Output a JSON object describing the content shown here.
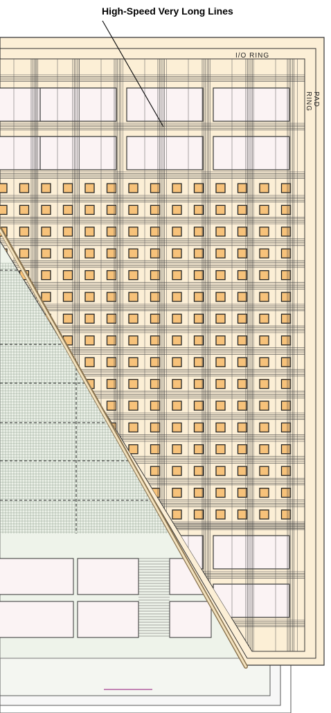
{
  "title": "High-Speed Very Long Lines",
  "labels": {
    "io_ring": "I/O RING",
    "pad_ring": "PAD RING"
  },
  "colors": {
    "pad_ring_fill": "#fcefd6",
    "block_fill": "#f7c27a",
    "line_color": "#333333",
    "lower_die_fill": "#eef3ea",
    "memory_block_fill": "#fbf3f4",
    "edge": "#a68a58"
  }
}
